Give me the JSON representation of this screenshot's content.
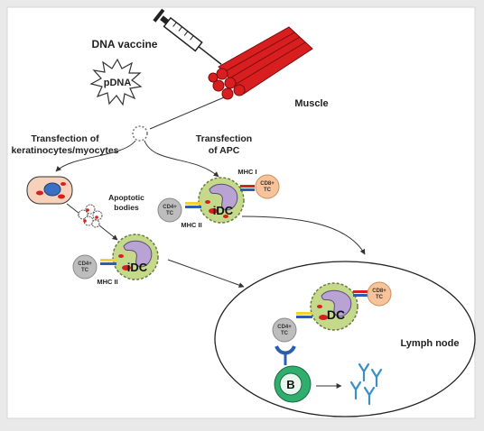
{
  "title": "DNA vaccine",
  "plasmid_label": "pDNA",
  "muscle_label": "Muscle",
  "transfection_left": [
    "Transfection of",
    "keratinocytes/myocytes"
  ],
  "transfection_right": [
    "Transfection",
    "of APC"
  ],
  "apoptotic": [
    "Apoptotic",
    "bodies"
  ],
  "mhc1": "MHC I",
  "mhc2": "MHC II",
  "cd8": [
    "CD8+",
    "TC"
  ],
  "cd4": [
    "CD4+",
    "TC"
  ],
  "idc": "iDC",
  "dc": "DC",
  "bcell": "B",
  "lymph": "Lymph node",
  "colors": {
    "muscle": "#d81e1e",
    "muscle_dark": "#9e1212",
    "dc_body": "#c5d98a",
    "dc_nucleus": "#b8a3d4",
    "bcell": "#2fae6e",
    "antibody": "#3a8fc9",
    "cd8": "#f6c39a",
    "cd4": "#bfbfbf"
  }
}
